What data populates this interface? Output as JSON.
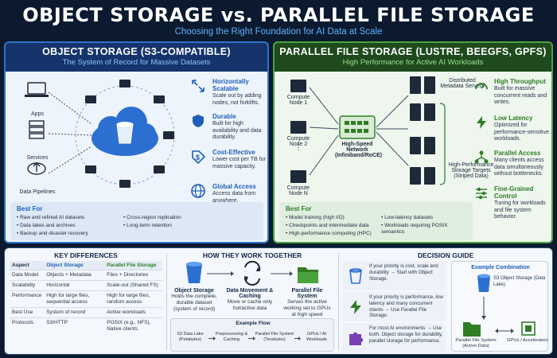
{
  "header": {
    "title": "OBJECT STORAGE vs. PARALLEL FILE STORAGE",
    "subtitle": "Choosing the Right Foundation for AI Data at Scale"
  },
  "object_storage": {
    "title": "OBJECT STORAGE (S3-COMPATIBLE)",
    "subtitle": "The System of Record for Massive Datasets",
    "clients": [
      "Apps",
      "Services",
      "Data Pipelines"
    ],
    "features": [
      {
        "title": "Horizontally Scalable",
        "desc": "Scale out by adding nodes, not forklifts.",
        "icon": "expand-icon"
      },
      {
        "title": "Durable",
        "desc": "Built for high availability and data durability.",
        "icon": "shield-icon"
      },
      {
        "title": "Cost-Effective",
        "desc": "Lower cost per TB for massive capacity.",
        "icon": "dollar-tag-icon"
      },
      {
        "title": "Global Access",
        "desc": "Access data from anywhere.",
        "icon": "globe-icon"
      }
    ],
    "best_for_title": "Best For",
    "best_for": [
      "Raw and refined AI datasets",
      "Data lakes and archives",
      "Backup and disaster recovery",
      "Cross-region replication",
      "Long-term retention"
    ]
  },
  "parallel_fs": {
    "title": "PARALLEL FILE STORAGE (LUSTRE, BEEGFS, GPFS)",
    "subtitle": "High Performance for Active AI Workloads",
    "compute_nodes": [
      "Compute Node 1",
      "Compute Node 2",
      "Compute Node N"
    ],
    "network_label": "High-Speed Network (Infiniband/RoCE)",
    "metadata_label": "Distributed Metadata Servers",
    "storage_label": "High-Performance Storage Targets (Striped Data)",
    "features": [
      {
        "title": "High Throughput",
        "desc": "Built for massive concurrent reads and writes.",
        "icon": "gauge-icon"
      },
      {
        "title": "Low Latency",
        "desc": "Optimized for performance-sensitive workloads.",
        "icon": "bolt-icon"
      },
      {
        "title": "Parallel Access",
        "desc": "Many clients access data simultaneously without bottlenecks.",
        "icon": "network-icon"
      },
      {
        "title": "Fine-Grained Control",
        "desc": "Tuning for workloads and file system behavior.",
        "icon": "sliders-icon"
      }
    ],
    "best_for_title": "Best For",
    "best_for": [
      "Model training (high I/O)",
      "Checkpoints and intermediate data",
      "High-performance computing (HPC)",
      "Low-latency datasets",
      "Workloads requiring POSIX semantics"
    ]
  },
  "key_differences": {
    "title": "KEY DIFFERENCES",
    "headers": [
      "Aspect",
      "Object Storage",
      "Parallel File Storage"
    ],
    "rows": [
      [
        "Data Model",
        "Objects + Metadata",
        "Files + Directories"
      ],
      [
        "Scalability",
        "Horizontal",
        "Scale-out (Shared FS)"
      ],
      [
        "Performance",
        "High for large files, sequential access",
        "High for large files, random access"
      ],
      [
        "Best Use",
        "System of record",
        "Active workloads"
      ],
      [
        "Protocols",
        "S3/HTTP",
        "POSIX (e.g., NFS), Native clients"
      ]
    ]
  },
  "together": {
    "title": "HOW THEY WORK TOGETHER",
    "steps": [
      {
        "name": "Object Storage",
        "desc": "Holds the complete, durable dataset (system of record)"
      },
      {
        "name": "Data Movement & Caching",
        "desc": "Move or cache only hot/active data"
      },
      {
        "name": "Parallel File System",
        "desc": "Serves the active working set to GPUs at high speed"
      }
    ],
    "example_title": "Example Flow",
    "example_steps": [
      "S3 Data Lake (Petabytes)",
      "Preprocessing & Caching",
      "Parallel File System (Terabytes)",
      "GPUs / AI Workloads"
    ]
  },
  "decision": {
    "title": "DECISION GUIDE",
    "rows": [
      {
        "text": "If your priority is cost, scale and durability → Start with Object Storage.",
        "icon": "bucket-icon"
      },
      {
        "text": "If your priority is performance, low latency and many concurrent clients → Use Parallel File Storage.",
        "icon": "bolt-icon"
      },
      {
        "text": "For most AI environments → Use both. Object storage for durability, parallel storage for performance.",
        "icon": "puzzle-icon"
      }
    ],
    "combo_title": "Example Combination",
    "combo_items": [
      "S3 Object Storage (Data Lake)",
      "Parallel File System (Active Data)",
      "GPUs / Accelerators"
    ]
  },
  "colors": {
    "object_accent": "#1e5fb5",
    "parallel_accent": "#2f7d25",
    "background": "#0b1a2e"
  }
}
